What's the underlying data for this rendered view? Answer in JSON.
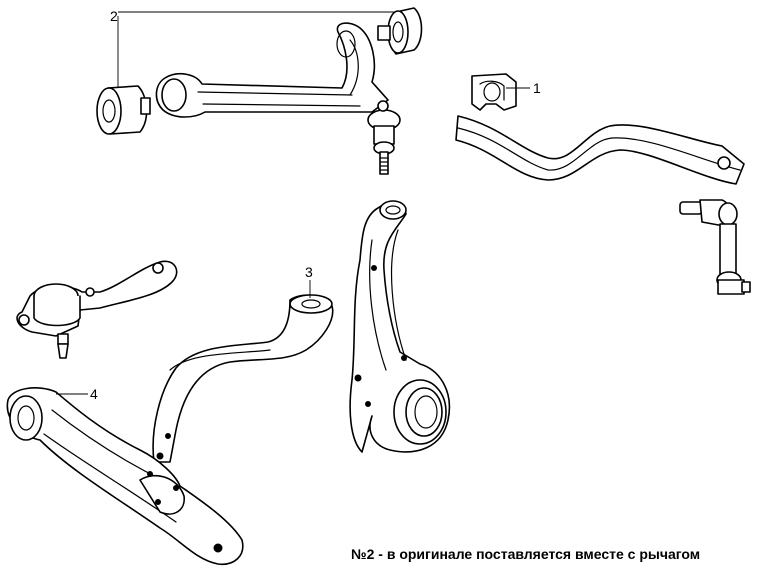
{
  "callouts": {
    "c1": "1",
    "c2": "2",
    "c3": "3",
    "c4": "4"
  },
  "caption": "№2 - в оригинале поставляется вместе с рычагом",
  "colors": {
    "line": "#000000",
    "background": "#ffffff"
  }
}
